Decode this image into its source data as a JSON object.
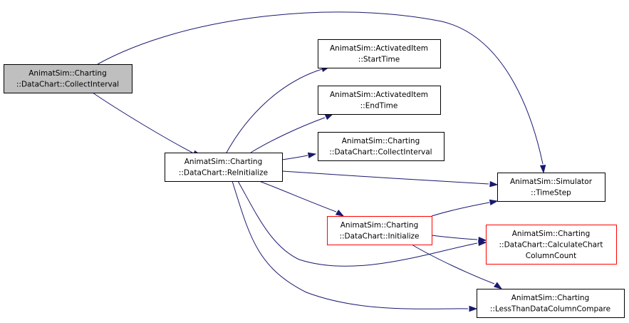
{
  "colors": {
    "edge": "#191970",
    "node_border": "#000000",
    "node_border_highlight": "#ff0000",
    "node_fill": "#ffffff",
    "root_fill": "#bfbfbf"
  },
  "nodes": [
    {
      "id": "root",
      "lines": [
        "AnimatSim::Charting",
        "::DataChart::CollectInterval"
      ],
      "style": "root"
    },
    {
      "id": "reinit",
      "lines": [
        "AnimatSim::Charting",
        "::DataChart::ReInitialize"
      ],
      "style": "normal"
    },
    {
      "id": "starttime",
      "lines": [
        "AnimatSim::ActivatedItem",
        "::StartTime"
      ],
      "style": "normal"
    },
    {
      "id": "endtime",
      "lines": [
        "AnimatSim::ActivatedItem",
        "::EndTime"
      ],
      "style": "normal"
    },
    {
      "id": "collect2",
      "lines": [
        "AnimatSim::Charting",
        "::DataChart::CollectInterval"
      ],
      "style": "normal"
    },
    {
      "id": "timestep",
      "lines": [
        "AnimatSim::Simulator",
        "::TimeStep"
      ],
      "style": "normal"
    },
    {
      "id": "initialize",
      "lines": [
        "AnimatSim::Charting",
        "::DataChart::Initialize"
      ],
      "style": "highlight"
    },
    {
      "id": "calccol",
      "lines": [
        "AnimatSim::Charting",
        "::DataChart::CalculateChart",
        "ColumnCount"
      ],
      "style": "highlight"
    },
    {
      "id": "lessthan",
      "lines": [
        "AnimatSim::Charting",
        "::LessThanDataColumnCompare"
      ],
      "style": "normal"
    }
  ],
  "edges": [
    {
      "from": "root",
      "to": "reinit"
    },
    {
      "from": "root",
      "to": "timestep"
    },
    {
      "from": "reinit",
      "to": "starttime"
    },
    {
      "from": "reinit",
      "to": "endtime"
    },
    {
      "from": "reinit",
      "to": "collect2"
    },
    {
      "from": "reinit",
      "to": "timestep"
    },
    {
      "from": "reinit",
      "to": "initialize"
    },
    {
      "from": "reinit",
      "to": "calccol"
    },
    {
      "from": "reinit",
      "to": "lessthan"
    },
    {
      "from": "initialize",
      "to": "timestep"
    },
    {
      "from": "initialize",
      "to": "calccol"
    },
    {
      "from": "initialize",
      "to": "lessthan"
    }
  ]
}
